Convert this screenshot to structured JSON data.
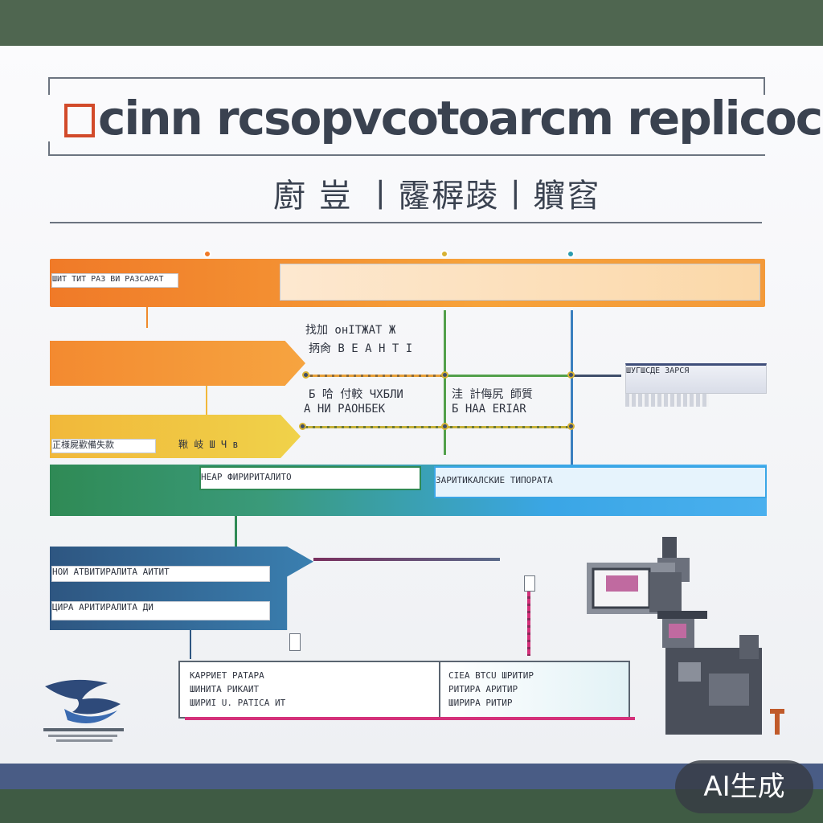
{
  "title": "cinn rcsopvcotoarcm replicoc",
  "subtitle": "廚 豈 丨霳稺踜丨軉窞",
  "labels": {
    "orange_header_left": "ШИТ ТИТ РАЗ ВИ РАЗСАРАТ",
    "orange_mid_1": "找加 онІТЖАТ Ж",
    "orange_mid_2": "抦肏 B E A H T I R",
    "yellow_mid_1": "Б 哈 付較 ЧХБЛИ",
    "yellow_mid_2": "A НИ РAOНБEK",
    "green_mid_1": "洼 計侮尻 師質",
    "green_mid_2": "Б НАА ЕRIAR",
    "yellow_left": "正様屍歡備失款",
    "yellow_small": "鞦 岐 Ш Ч в",
    "right_box": "ШУГШСДЕ ЗАРСЯ",
    "green_box": "НЕАР ФИРИРИТАЛИТО",
    "blue_box": "ЗАРИТИКАЛСКИЕ ТИПОРАТА",
    "navy_1": "НОИ АТВИТИРАЛИТА АИТИТ",
    "navy_2": "ЦИРА АРИТИРАЛИТА ДИ",
    "bottom_left_1": "КАРРИЕТ РАТАРА",
    "bottom_left_2": "ШИНИТА РИКАИТ",
    "bottom_left_3": "ШИРИI U. PАTICА ИТ",
    "bottom_right_1": "CIEA ВTCU ШРИТИР",
    "bottom_right_2": "РИТИРА АРИТИР",
    "bottom_right_3": "ШИРИРА РИТИР"
  },
  "badge": "AI生成",
  "colors": {
    "orange": "#f08a2c",
    "yellow": "#f1b83a",
    "green": "#2f8a55",
    "blue": "#3aa6e6",
    "navy": "#2e5681",
    "magenta": "#d4317a"
  }
}
